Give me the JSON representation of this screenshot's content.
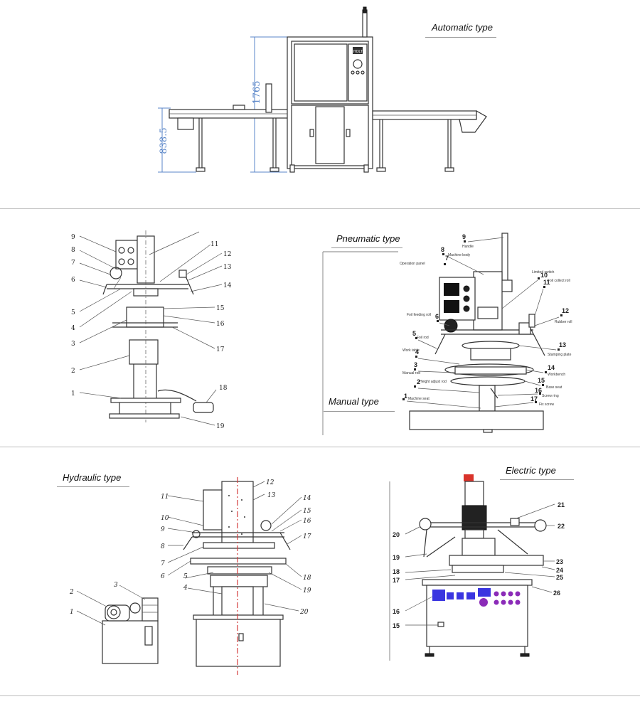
{
  "automatic": {
    "title": "Automatic type",
    "dim_total": "1765",
    "dim_table": "838.5",
    "brand": "HOLT"
  },
  "manual": {
    "title": "Manual type",
    "numbers": [
      "1",
      "2",
      "3",
      "4",
      "5",
      "6",
      "7",
      "8",
      "9",
      "11",
      "12",
      "13",
      "14",
      "15",
      "16",
      "17",
      "18",
      "19"
    ]
  },
  "pneumatic": {
    "title": "Pneumatic type",
    "labels": {
      "handle": "Handle",
      "machine_body": "Machine body",
      "operation_panel": "Operation panel",
      "limited_switch": "Limited switch",
      "foil_collect_roll": "Foil collect roll",
      "foil_feeding_roll": "Foil feeding roll",
      "rubber_roll": "Rubber roll",
      "foil_rod": "Foil rod",
      "stamping_plate": "Stamping plate",
      "work_table": "Work table",
      "workbench": "Workbench",
      "manual_rod": "Manual rod",
      "height_adjust_rod": "Height adjust rod",
      "base_seat": "Base seat",
      "screw_ring": "Screw ring",
      "machine_seat": "Machine seat",
      "fix_screw": "Fix screw"
    },
    "numbers": [
      "1",
      "2",
      "3",
      "4",
      "5",
      "6",
      "7",
      "8",
      "9",
      "10",
      "11",
      "12",
      "13",
      "14",
      "15",
      "16",
      "17"
    ]
  },
  "hydraulic": {
    "title": "Hydraulic type",
    "numbers": [
      "1",
      "2",
      "3",
      "4",
      "5",
      "6",
      "7",
      "8",
      "9",
      "10",
      "11",
      "12",
      "13",
      "14",
      "15",
      "16",
      "17",
      "18",
      "19",
      "20"
    ]
  },
  "electric": {
    "title": "Electric type",
    "numbers": [
      "15",
      "16",
      "17",
      "18",
      "19",
      "20",
      "21",
      "22",
      "23",
      "24",
      "25",
      "26"
    ]
  },
  "colors": {
    "dimension": "#5a86c8",
    "centerline": "#d23a3a",
    "panel_blue": "#3a35e0",
    "panel_purple": "#8b2bb8",
    "knob_red": "#d9332b"
  }
}
